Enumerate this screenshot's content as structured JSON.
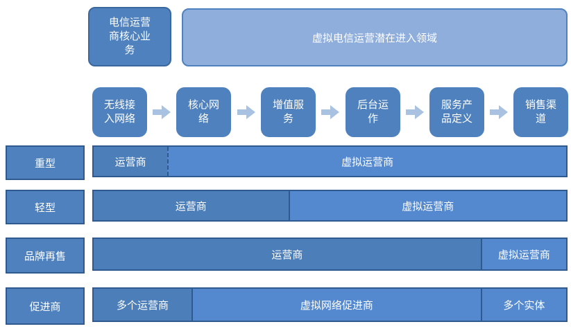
{
  "palette": {
    "box_blue": "#4E81BD",
    "dark_segment_blue": "#4C7EBA",
    "bright_segment_blue": "#5489CF",
    "light_panel_blue": "#8FAEDC",
    "dark_border_blue": "#2E5A8F",
    "arrow_blue": "#A9C2E2",
    "text_color": "#FFFFFF"
  },
  "header": {
    "core_business_label": "电信运营\n商核心业\n务",
    "potential_entry_label": "虚拟电信运营潜在进入领域"
  },
  "value_chain": {
    "steps": [
      {
        "label": "无线接\n入网络"
      },
      {
        "label": "核心网\n络"
      },
      {
        "label": "增值服\n务"
      },
      {
        "label": "后台运\n作"
      },
      {
        "label": "服务产\n品定义"
      },
      {
        "label": "销售渠\n道"
      }
    ],
    "arrow_icon_name": "right-block-arrow"
  },
  "models": [
    {
      "label": "重型",
      "segments": [
        {
          "text": "运营商",
          "tone": "dark"
        },
        {
          "text": "虚拟运营商",
          "tone": "bright"
        }
      ]
    },
    {
      "label": "轻型",
      "segments": [
        {
          "text": "运营商",
          "tone": "dark"
        },
        {
          "text": "虚拟运营商",
          "tone": "bright"
        }
      ]
    },
    {
      "label": "品牌再售",
      "segments": [
        {
          "text": "运营商",
          "tone": "dark"
        },
        {
          "text": "虚拟运营商",
          "tone": "bright"
        }
      ]
    },
    {
      "label": "促进商",
      "segments": [
        {
          "text": "多个运营商",
          "tone": "dark"
        },
        {
          "text": "虚拟网络促进商",
          "tone": "bright"
        },
        {
          "text": "多个实体",
          "tone": "bright"
        }
      ]
    }
  ]
}
